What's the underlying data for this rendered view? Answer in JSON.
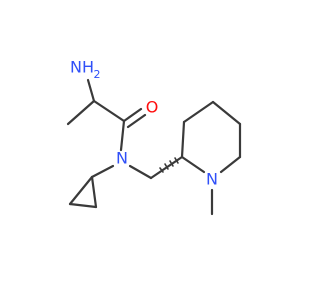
{
  "colors": {
    "bond": "#3a3a3a",
    "oxygen": "#ff0d0d",
    "nitrogen": "#3050f8",
    "background": "#ffffff"
  },
  "atoms": {
    "amine": {
      "label": "NH",
      "subscript": "2"
    },
    "oxygen": {
      "label": "O"
    },
    "amide_nitrogen": {
      "label": "N"
    },
    "ring_nitrogen": {
      "label": "N"
    }
  }
}
